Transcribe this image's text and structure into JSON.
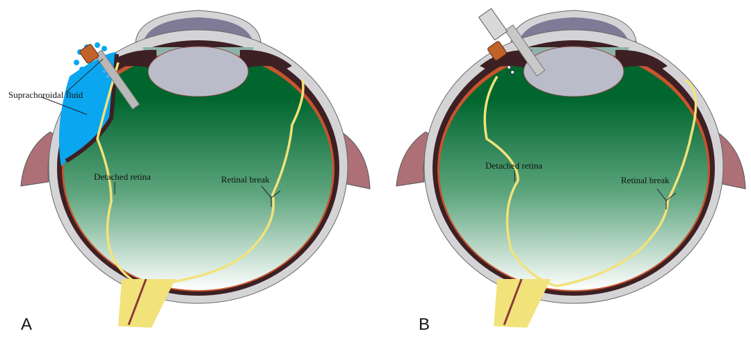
{
  "panels": [
    {
      "letter": "A",
      "labels": {
        "suprachoroidal_fluid": "Suprachoroidal fluid",
        "detached_retina": "Detached retina",
        "retinal_break": "Retinal break"
      }
    },
    {
      "letter": "B",
      "labels": {
        "detached_retina": "Detached retina",
        "retinal_break": "Retinal break"
      }
    }
  ],
  "colors": {
    "sclera": "#d4d4d6",
    "choroid": "#3d2024",
    "retina_red": "#c8552e",
    "vitreous_top": "#00662e",
    "vitreous_bottom": "#ffffff",
    "cornea": "#7f7a96",
    "lens": "#babdc9",
    "fluid": "#0aa6f0",
    "retina_yellow": "#f2e27a",
    "muscle": "#ad7077",
    "instrument": "#b8b8b8",
    "bevel": "#c0622a"
  }
}
